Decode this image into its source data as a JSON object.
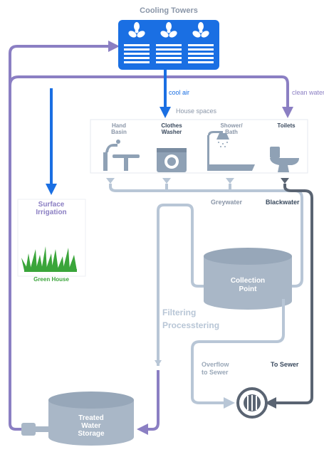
{
  "cooling_towers": {
    "title": "Cooling Towers"
  },
  "flow_labels": {
    "cool_air": "cool air",
    "clean_water": "clean water",
    "house_spaces": "House spaces",
    "greywater": "Greywater",
    "blackwater": "Blackwater",
    "filtering_line1": "Filtering",
    "filtering_line2": "Processtering",
    "overflow_line1": "Overflow",
    "overflow_line2": "to Sewer",
    "to_sewer": "To Sewer"
  },
  "fixtures": [
    {
      "line1": "Hand",
      "line2": "Basin",
      "icon": "hand-basin-icon"
    },
    {
      "line1": "Clothes",
      "line2": "Washer",
      "icon": "washing-machine-icon"
    },
    {
      "line1": "Shower/",
      "line2": "Bath",
      "icon": "shower-bath-icon"
    },
    {
      "line1": "Toilets",
      "line2": "",
      "icon": "toilet-icon"
    }
  ],
  "surface_irrigation": {
    "line1": "Surface",
    "line2": "Irrigation",
    "caption": "Green House"
  },
  "collection_point": {
    "line1": "Collection",
    "line2": "Point"
  },
  "treated_storage": {
    "line1": "Treated",
    "line2": "Water",
    "line3": "Storage"
  },
  "colors": {
    "blue": "#1a6fe3",
    "purple": "#8b7fc3",
    "grey_pipe": "#b8c6d6",
    "dark_pipe": "#5a6472",
    "tank": "#a9b7c7",
    "heading": "#8a96a8",
    "grass": "#3aa53a"
  }
}
